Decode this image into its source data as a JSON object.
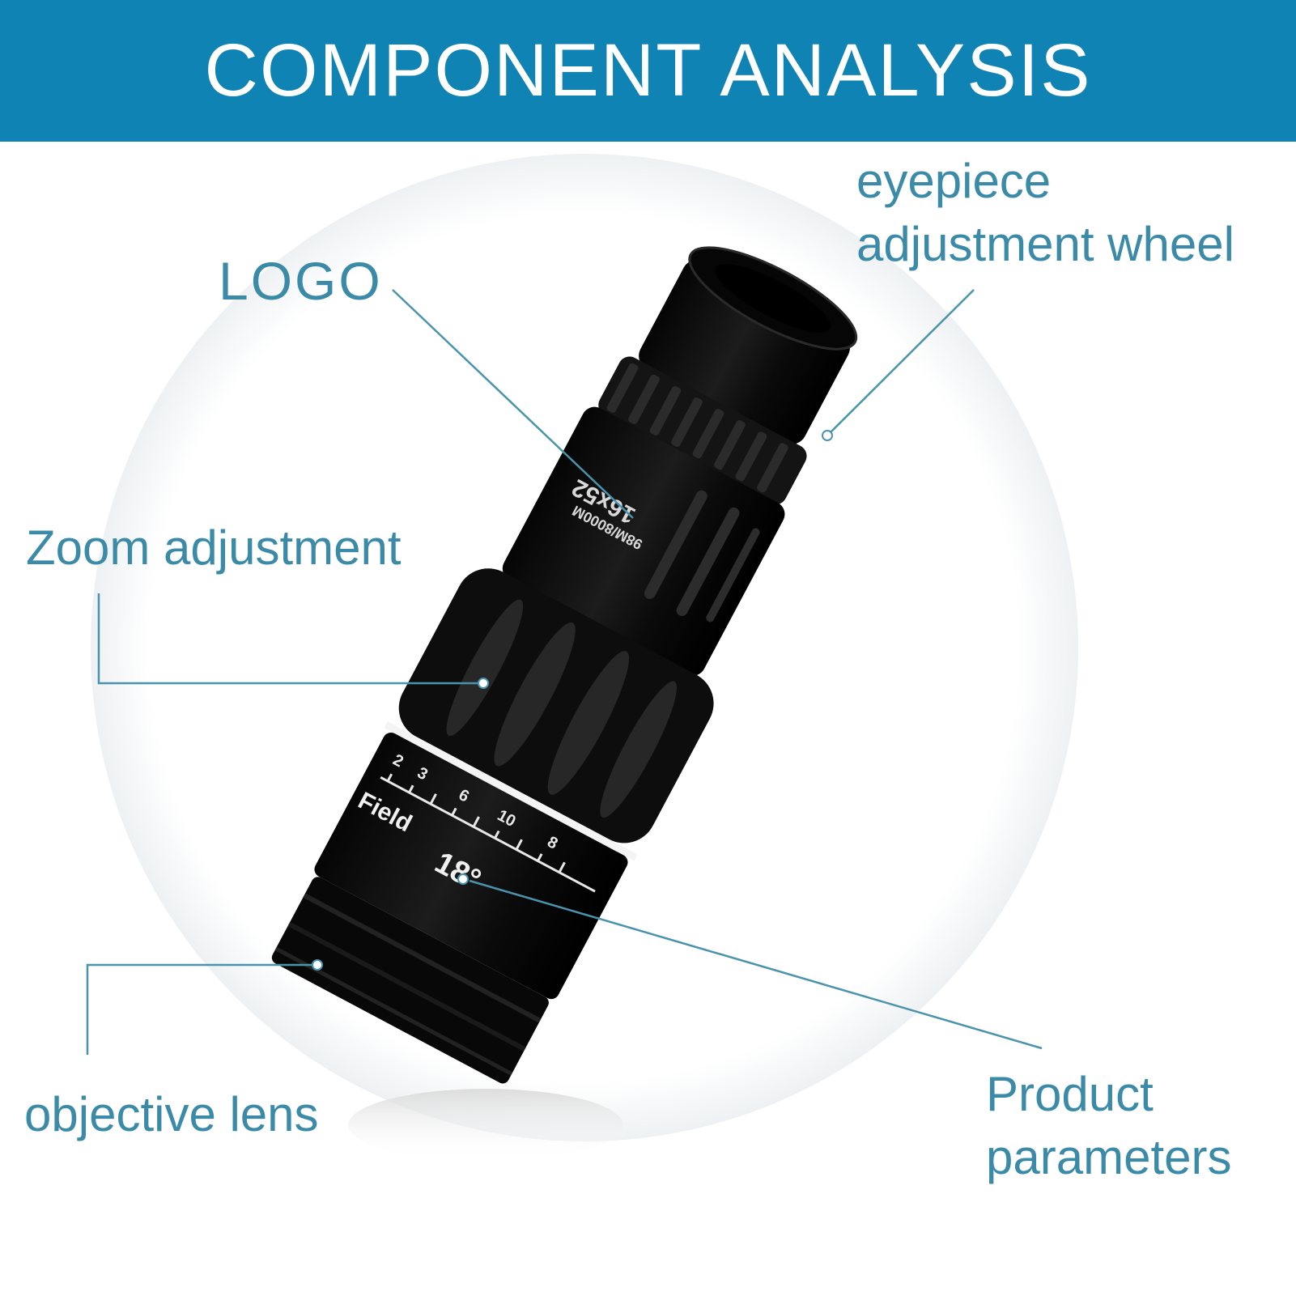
{
  "header": {
    "title": "COMPONENT ANALYSIS"
  },
  "callouts": {
    "logo": "LOGO",
    "eyepiece": [
      "eyepiece",
      "adjustment wheel"
    ],
    "zoom": "Zoom adjustment",
    "objective": "objective lens",
    "product": [
      "Product",
      "parameters"
    ]
  },
  "product_markings": {
    "model": "16x52",
    "spec": "98M/8000M",
    "field_label": "Field",
    "field_angle": "18°",
    "scale": [
      "2",
      "3",
      "6",
      "10",
      "8"
    ]
  },
  "colors": {
    "banner": "#0f83b3",
    "callout_text": "#3b8ba8",
    "leader_line": "#4a93ad",
    "body": "#0c0c0c"
  }
}
